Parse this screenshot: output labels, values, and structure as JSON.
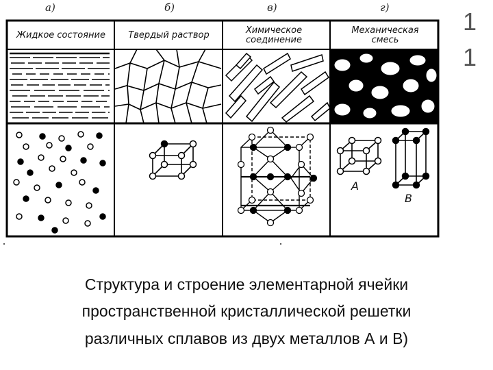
{
  "columns": [
    {
      "letter": "а)",
      "title": "Жидкое состояние"
    },
    {
      "letter": "б)",
      "title": "Твердый раствор"
    },
    {
      "letter": "в)",
      "title": "Химическое соединение"
    },
    {
      "letter": "г)",
      "title": "Механическая смесь"
    }
  ],
  "side_numbers": [
    "1",
    "1"
  ],
  "lattice_labels": {
    "a": "A",
    "b": "B"
  },
  "caption_lines": [
    "Структура и строение элементарной ячейки",
    "пространственной кристаллической решетки",
    "различных сплавов из двух металлов А и В)"
  ]
}
